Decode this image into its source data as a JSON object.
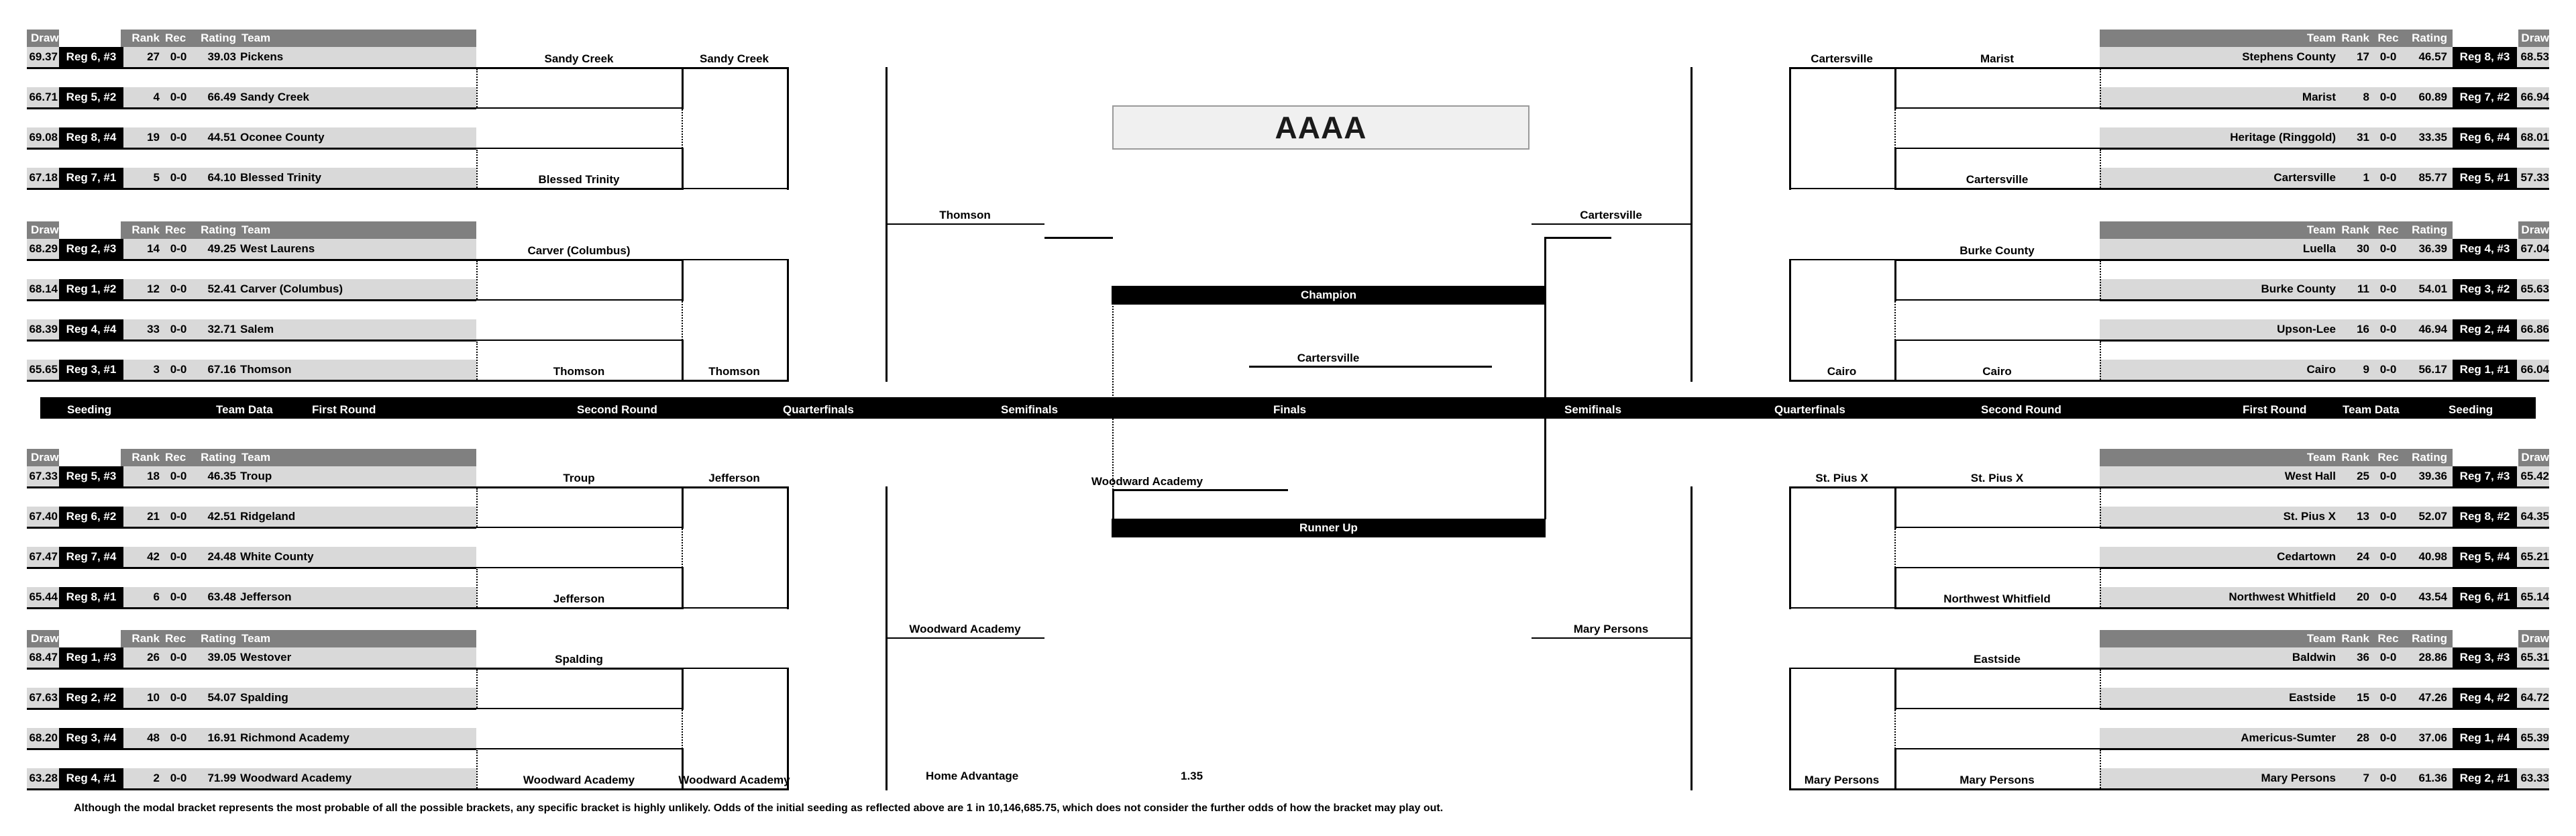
{
  "title": "AAAA",
  "columns": {
    "draw": "Draw",
    "rank": "Rank",
    "rec": "Rec",
    "rating": "Rating",
    "team": "Team"
  },
  "finals": {
    "champion_label": "Champion",
    "runner_up_label": "Runner Up",
    "champion_team": "Cartersville",
    "runner_up_team": "Woodward Academy"
  },
  "home_advantage": {
    "label": "Home Advantage",
    "value": "1.35"
  },
  "footnote": "Although the modal bracket represents the most probable of all the possible brackets, any specific bracket is highly unlikely.  Odds of the initial seeding as reflected above are 1 in 10,146,685.75, which does not consider the further odds of how the bracket may play out.",
  "round_labels_left": [
    "Seeding",
    "Team Data",
    "First Round",
    "Second Round",
    "Quarterfinals",
    "Semifinals",
    "Finals"
  ],
  "round_labels_right": [
    "Semifinals",
    "Quarterfinals",
    "Second Round",
    "First Round",
    "Team Data",
    "Seeding"
  ],
  "quadrants": {
    "top_left": {
      "groups": [
        {
          "teams": [
            {
              "draw": "69.37",
              "seed": "Reg 6, #3",
              "rank": "27",
              "rec": "0-0",
              "rating": "39.03",
              "team": "Pickens"
            },
            {
              "draw": "66.71",
              "seed": "Reg 5, #2",
              "rank": "4",
              "rec": "0-0",
              "rating": "66.49",
              "team": "Sandy Creek"
            },
            {
              "draw": "69.08",
              "seed": "Reg 8, #4",
              "rank": "19",
              "rec": "0-0",
              "rating": "44.51",
              "team": "Oconee County"
            },
            {
              "draw": "67.18",
              "seed": "Reg 7, #1",
              "rank": "5",
              "rec": "0-0",
              "rating": "64.10",
              "team": "Blessed Trinity"
            }
          ],
          "round2": [
            "Sandy Creek",
            "Blessed Trinity"
          ],
          "round3": "Sandy Creek"
        },
        {
          "teams": [
            {
              "draw": "68.29",
              "seed": "Reg 2, #3",
              "rank": "14",
              "rec": "0-0",
              "rating": "49.25",
              "team": "West Laurens"
            },
            {
              "draw": "68.14",
              "seed": "Reg 1, #2",
              "rank": "12",
              "rec": "0-0",
              "rating": "52.41",
              "team": "Carver (Columbus)"
            },
            {
              "draw": "68.39",
              "seed": "Reg 4, #4",
              "rank": "33",
              "rec": "0-0",
              "rating": "32.71",
              "team": "Salem"
            },
            {
              "draw": "65.65",
              "seed": "Reg 3, #1",
              "rank": "3",
              "rec": "0-0",
              "rating": "67.16",
              "team": "Thomson"
            }
          ],
          "round2": [
            "Carver (Columbus)",
            "Thomson"
          ],
          "round3": "Thomson"
        }
      ],
      "semifinal": "Thomson"
    },
    "top_right": {
      "groups": [
        {
          "teams": [
            {
              "draw": "68.53",
              "seed": "Reg 8, #3",
              "rank": "17",
              "rec": "0-0",
              "rating": "46.57",
              "team": "Stephens County"
            },
            {
              "draw": "66.94",
              "seed": "Reg 7, #2",
              "rank": "8",
              "rec": "0-0",
              "rating": "60.89",
              "team": "Marist"
            },
            {
              "draw": "68.01",
              "seed": "Reg 6, #4",
              "rank": "31",
              "rec": "0-0",
              "rating": "33.35",
              "team": "Heritage (Ringgold)"
            },
            {
              "draw": "57.33",
              "seed": "Reg 5, #1",
              "rank": "1",
              "rec": "0-0",
              "rating": "85.77",
              "team": "Cartersville"
            }
          ],
          "round2": [
            "Marist",
            "Cartersville"
          ],
          "round3": "Cartersville"
        },
        {
          "teams": [
            {
              "draw": "67.04",
              "seed": "Reg 4, #3",
              "rank": "30",
              "rec": "0-0",
              "rating": "36.39",
              "team": "Luella"
            },
            {
              "draw": "65.63",
              "seed": "Reg 3, #2",
              "rank": "11",
              "rec": "0-0",
              "rating": "54.01",
              "team": "Burke County"
            },
            {
              "draw": "66.86",
              "seed": "Reg 2, #4",
              "rank": "16",
              "rec": "0-0",
              "rating": "46.94",
              "team": "Upson-Lee"
            },
            {
              "draw": "66.04",
              "seed": "Reg 1, #1",
              "rank": "9",
              "rec": "0-0",
              "rating": "56.17",
              "team": "Cairo"
            }
          ],
          "round2": [
            "Burke County",
            "Cairo"
          ],
          "round3": "Cairo"
        }
      ],
      "semifinal": "Cartersville"
    },
    "bottom_left": {
      "groups": [
        {
          "teams": [
            {
              "draw": "67.33",
              "seed": "Reg 5, #3",
              "rank": "18",
              "rec": "0-0",
              "rating": "46.35",
              "team": "Troup"
            },
            {
              "draw": "67.40",
              "seed": "Reg 6, #2",
              "rank": "21",
              "rec": "0-0",
              "rating": "42.51",
              "team": "Ridgeland"
            },
            {
              "draw": "67.47",
              "seed": "Reg 7, #4",
              "rank": "42",
              "rec": "0-0",
              "rating": "24.48",
              "team": "White County"
            },
            {
              "draw": "65.44",
              "seed": "Reg 8, #1",
              "rank": "6",
              "rec": "0-0",
              "rating": "63.48",
              "team": "Jefferson"
            }
          ],
          "round2": [
            "Troup",
            "Jefferson"
          ],
          "round3": "Jefferson"
        },
        {
          "teams": [
            {
              "draw": "68.47",
              "seed": "Reg 1, #3",
              "rank": "26",
              "rec": "0-0",
              "rating": "39.05",
              "team": "Westover"
            },
            {
              "draw": "67.63",
              "seed": "Reg 2, #2",
              "rank": "10",
              "rec": "0-0",
              "rating": "54.07",
              "team": "Spalding"
            },
            {
              "draw": "68.20",
              "seed": "Reg 3, #4",
              "rank": "48",
              "rec": "0-0",
              "rating": "16.91",
              "team": "Richmond Academy"
            },
            {
              "draw": "63.28",
              "seed": "Reg 4, #1",
              "rank": "2",
              "rec": "0-0",
              "rating": "71.99",
              "team": "Woodward Academy"
            }
          ],
          "round2": [
            "Spalding",
            "Woodward Academy"
          ],
          "round3": "Woodward Academy"
        }
      ],
      "semifinal": "Woodward Academy"
    },
    "bottom_right": {
      "groups": [
        {
          "teams": [
            {
              "draw": "65.42",
              "seed": "Reg 7, #3",
              "rank": "25",
              "rec": "0-0",
              "rating": "39.36",
              "team": "West Hall"
            },
            {
              "draw": "64.35",
              "seed": "Reg 8, #2",
              "rank": "13",
              "rec": "0-0",
              "rating": "52.07",
              "team": "St. Pius X"
            },
            {
              "draw": "65.21",
              "seed": "Reg 5, #4",
              "rank": "24",
              "rec": "0-0",
              "rating": "40.98",
              "team": "Cedartown"
            },
            {
              "draw": "65.14",
              "seed": "Reg 6, #1",
              "rank": "20",
              "rec": "0-0",
              "rating": "43.54",
              "team": "Northwest Whitfield"
            }
          ],
          "round2": [
            "St. Pius X",
            "Northwest Whitfield"
          ],
          "round3": "St. Pius X"
        },
        {
          "teams": [
            {
              "draw": "65.31",
              "seed": "Reg 3, #3",
              "rank": "36",
              "rec": "0-0",
              "rating": "28.86",
              "team": "Baldwin"
            },
            {
              "draw": "64.72",
              "seed": "Reg 4, #2",
              "rank": "15",
              "rec": "0-0",
              "rating": "47.26",
              "team": "Eastside"
            },
            {
              "draw": "65.39",
              "seed": "Reg 1, #4",
              "rank": "28",
              "rec": "0-0",
              "rating": "37.06",
              "team": "Americus-Sumter"
            },
            {
              "draw": "63.33",
              "seed": "Reg 2, #1",
              "rank": "7",
              "rec": "0-0",
              "rating": "61.36",
              "team": "Mary Persons"
            }
          ],
          "round2": [
            "Eastside",
            "Mary Persons"
          ],
          "round3": "Mary Persons"
        }
      ],
      "semifinal": "Mary Persons"
    }
  }
}
